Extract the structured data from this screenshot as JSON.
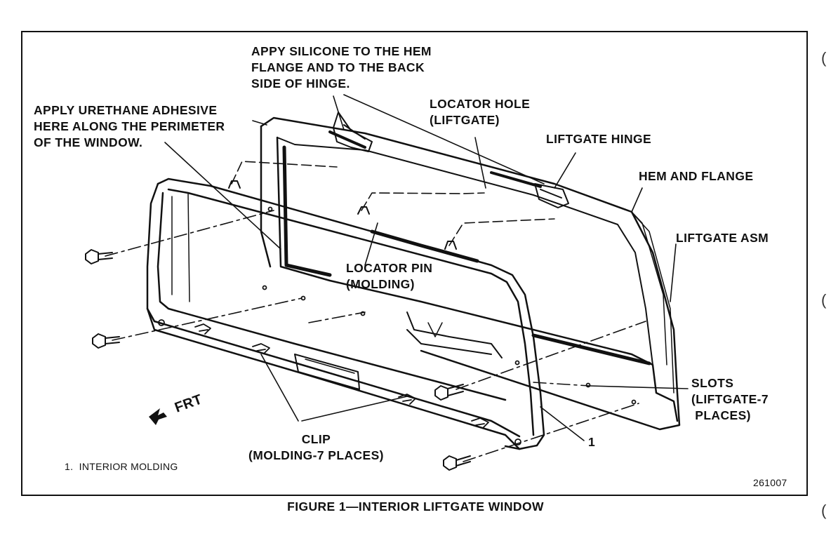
{
  "labels": {
    "silicone": "APPY SILICONE TO THE HEM\nFLANGE AND TO THE BACK\nSIDE OF HINGE.",
    "urethane": "APPLY URETHANE ADHESIVE\nHERE ALONG THE PERIMETER\nOF THE WINDOW.",
    "locator_hole": "LOCATOR HOLE\n(LIFTGATE)",
    "liftgate_hinge": "LIFTGATE HINGE",
    "hem_flange": "HEM AND FLANGE",
    "liftgate_asm": "LIFTGATE ASM",
    "locator_pin": "LOCATOR PIN\n(MOLDING)",
    "slots": "SLOTS\n(LIFTGATE-7\n PLACES)",
    "clip": "CLIP\n(MOLDING-7 PLACES)",
    "callout_1": "1",
    "frt": "FRT"
  },
  "legend": {
    "item_1": "1.  INTERIOR MOLDING"
  },
  "figure_number": "261007",
  "caption": "FIGURE 1—INTERIOR LIFTGATE WINDOW"
}
